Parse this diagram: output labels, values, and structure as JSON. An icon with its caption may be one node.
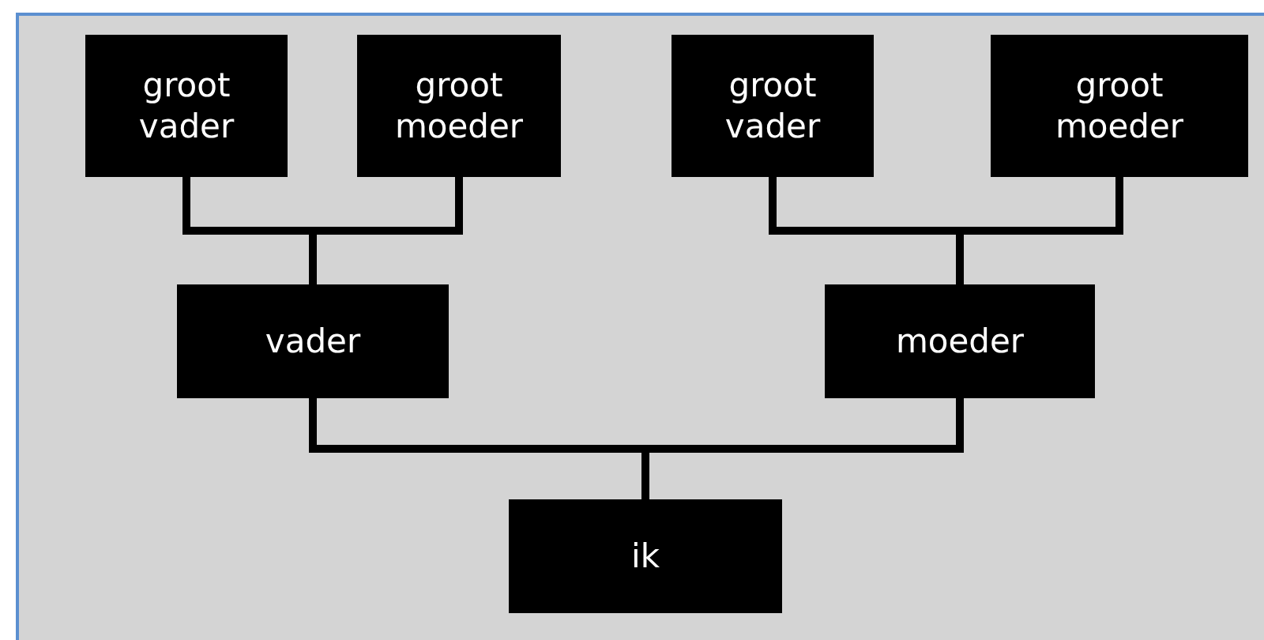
{
  "diagram": {
    "nodes": [
      {
        "text": [
          "groot vader"
        ]
      },
      {
        "text": [
          "groot moeder"
        ]
      },
      {
        "text": [
          "groot vader"
        ]
      },
      {
        "text": [
          "groot moeder"
        ]
      },
      {
        "text": [
          "vader"
        ]
      },
      {
        "text": [
          "moeder"
        ]
      },
      {
        "text": [
          "ik"
        ]
      }
    ],
    "edges": [
      {
        "from": 0,
        "to": 4,
        "arrow": "none"
      },
      {
        "from": 1,
        "to": 4,
        "arrow": "none"
      },
      {
        "from": 2,
        "to": 5,
        "arrow": "none"
      },
      {
        "from": 3,
        "to": 5,
        "arrow": "none"
      },
      {
        "from": 4,
        "to": 6,
        "arrow": "none"
      },
      {
        "from": 5,
        "to": 6,
        "arrow": "none"
      }
    ]
  }
}
